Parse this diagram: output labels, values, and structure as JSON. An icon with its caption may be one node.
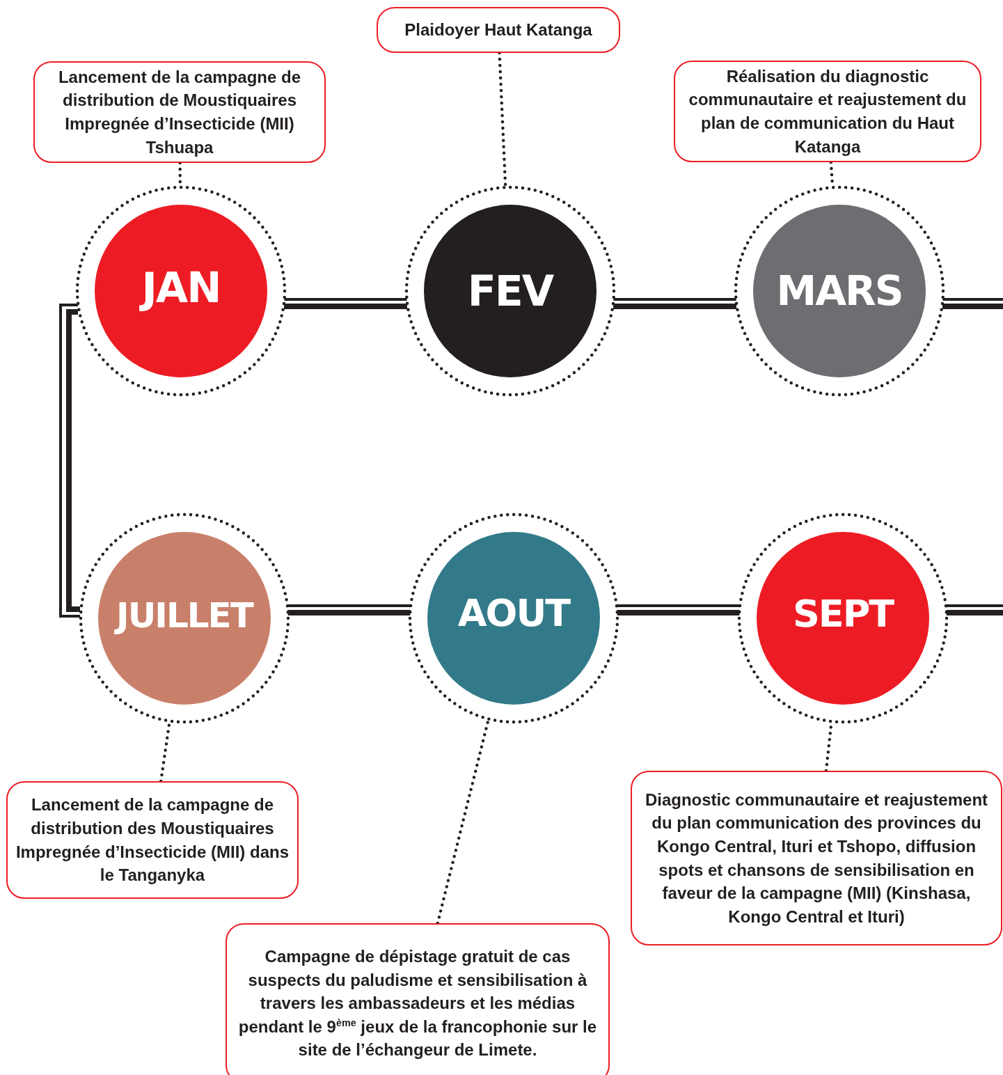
{
  "diagram": {
    "nodes": [
      {
        "text": [
          "Lancement de la campagne de distribution de Moustiquaires Impregnée d’Insecticide (MII) Tshuapa"
        ]
      },
      {
        "text": [
          "Plaidoyer Haut Katanga"
        ]
      },
      {
        "text": [
          "Réalisation du diagnostic communautaire et reajustement du plan de communication du Haut Katanga"
        ]
      },
      {
        "text": [
          "JAN"
        ]
      },
      {
        "text": [
          "FEV"
        ]
      },
      {
        "text": [
          "MARS"
        ]
      },
      {
        "text": [
          "JUILLET"
        ]
      },
      {
        "text": [
          "AOUT"
        ]
      },
      {
        "text": [
          "SEPT"
        ]
      },
      {
        "text": [
          "Lancement de la campagne de distribution des Moustiquaires Impregnée d’Insecticide (MII) dans le Tanganyka"
        ]
      },
      {
        "text": [
          "Campagne de dépistage gratuit de cas suspects du paludisme et sensibilisation à travers les ambassadeurs et les médias pendant le 9$^{ème}$ jeux de la francophonie sur le site de l’échangeur de Limete."
        ]
      },
      {
        "text": [
          "Diagnostic communautaire et reajustement du plan communication des provinces du Kongo Central, Ituri et Tshopo, diffusion spots et chansons de sensibilisation en faveur de la campagne (MII) (Kinshasa, Kongo Central et Ituri)"
        ]
      }
    ],
    "edges": [
      {
        "from": 0,
        "to": 3,
        "arrow": "none",
        "style": "dashed"
      },
      {
        "from": 1,
        "to": 4,
        "arrow": "none",
        "style": "dashed"
      },
      {
        "from": 2,
        "to": 5,
        "arrow": "none",
        "style": "dashed"
      },
      {
        "from": 9,
        "to": 6,
        "arrow": "none",
        "style": "dashed"
      },
      {
        "from": 10,
        "to": 7,
        "arrow": "none",
        "style": "dashed"
      },
      {
        "from": 11,
        "to": 8,
        "arrow": "none",
        "style": "dashed"
      },
      {
        "from": 3,
        "to": 4,
        "arrow": "none"
      },
      {
        "from": 4,
        "to": 5,
        "arrow": "none"
      },
      {
        "from": 5,
        "to": null,
        "arrow": "none"
      },
      {
        "from": 3,
        "to": 6,
        "arrow": "none"
      },
      {
        "from": 6,
        "to": 7,
        "arrow": "none"
      },
      {
        "from": 7,
        "to": 8,
        "arrow": "none"
      },
      {
        "from": 8,
        "to": null,
        "arrow": "none"
      }
    ]
  }
}
